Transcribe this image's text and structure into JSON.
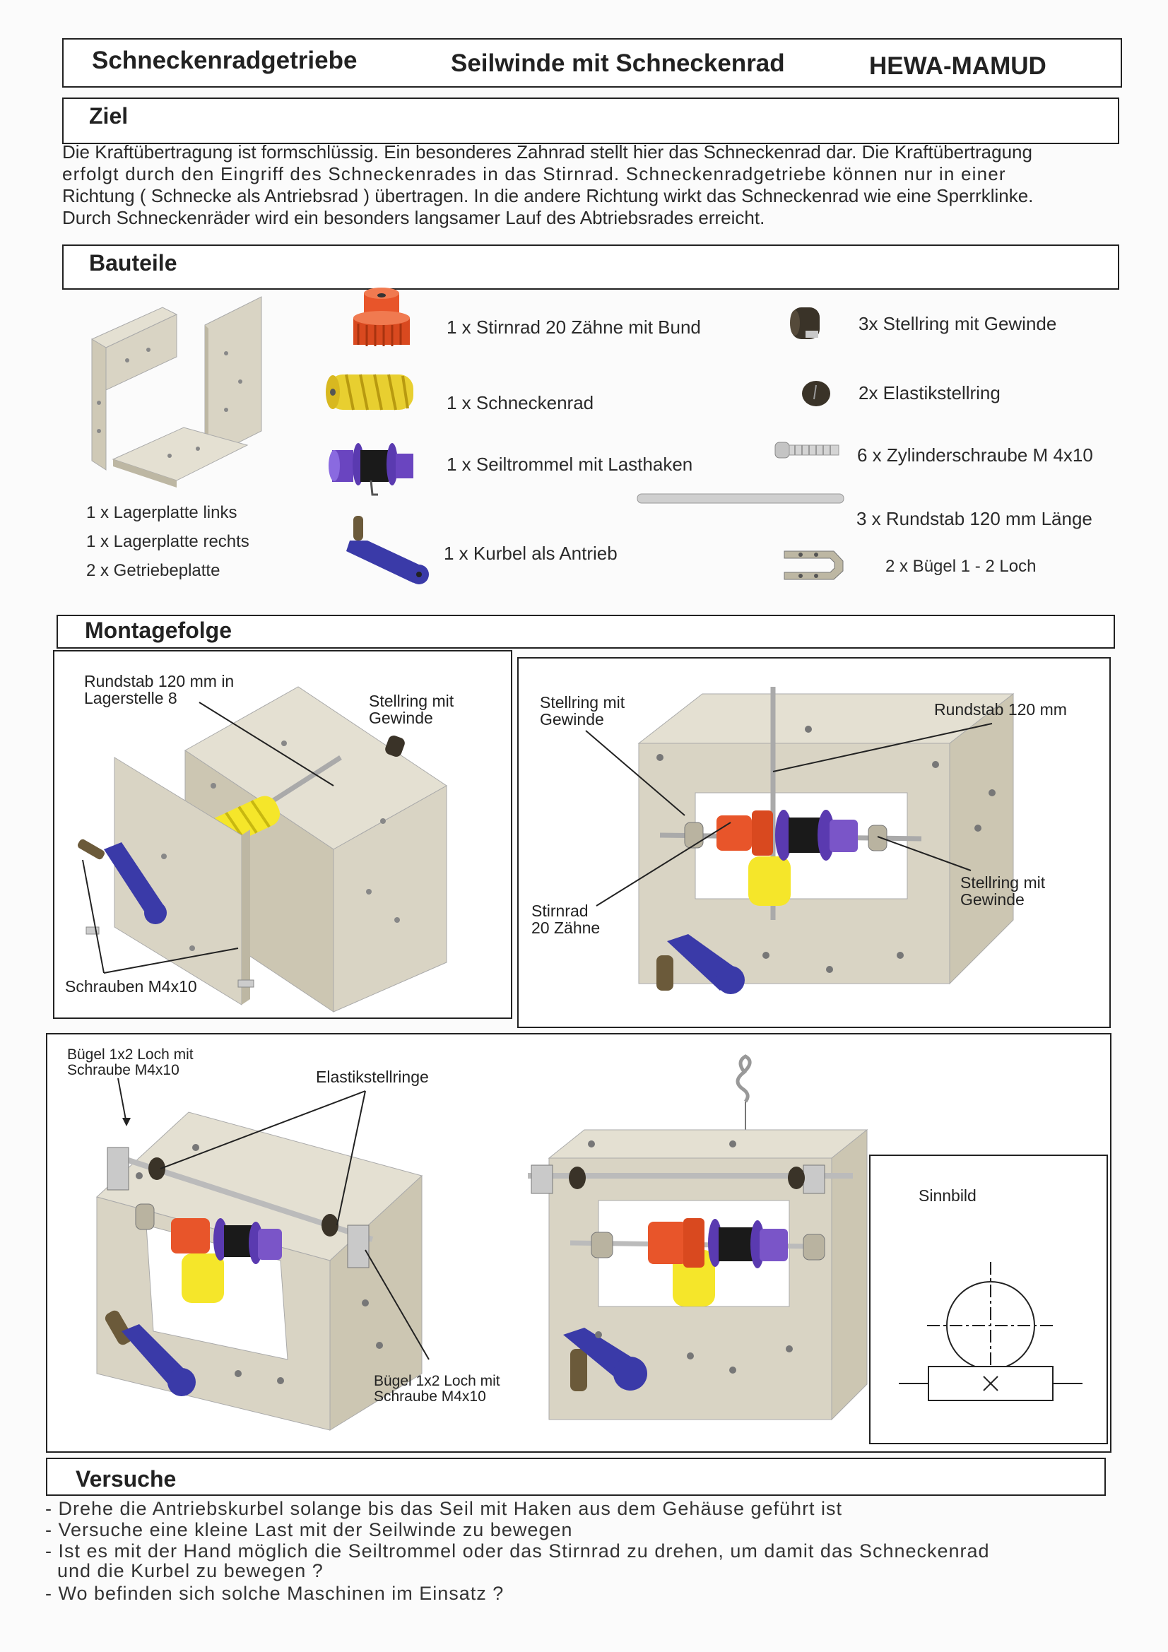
{
  "header": {
    "left": "Schneckenradgetriebe",
    "center": "Seilwinde mit Schneckenrad",
    "right": "HEWA-MAMUD"
  },
  "ziel": {
    "title": "Ziel",
    "lines": [
      "Die Kraftübertragung ist formschlüssig. Ein besonderes Zahnrad stellt hier das Schneckenrad dar. Die Kraftübertragung",
      "erfolgt durch den Eingriff des Schneckenrades in das Stirnrad. Schneckenradgetriebe können nur in einer",
      "Richtung ( Schnecke als Antriebsrad ) übertragen. In die andere Richtung wirkt das Schneckenrad wie eine Sperrklinke.",
      "Durch Schneckenräder wird ein besonders langsamer Lauf des Abtriebsrades erreicht."
    ]
  },
  "bauteile": {
    "title": "Bauteile",
    "left_parts": [
      "1 x Lagerplatte links",
      "1 x Lagerplatte rechts",
      "2 x Getriebeplatte"
    ],
    "middle_parts": [
      "1 x Stirnrad 20 Zähne mit Bund",
      "1 x Schneckenrad",
      "1 x Seiltrommel mit Lasthaken",
      "1 x Kurbel als Antrieb"
    ],
    "right_parts": [
      "3x Stellring mit Gewinde",
      "2x Elastikstellring",
      "6 x Zylinderschraube M 4x10",
      "3 x Rundstab 120 mm Länge",
      "2 x Bügel 1 - 2 Loch"
    ]
  },
  "montage": {
    "title": "Montagefolge",
    "panel1": {
      "rundstab": [
        "Rundstab 120 mm in",
        "Lagerstelle 8"
      ],
      "stellring": [
        "Stellring mit",
        "Gewinde"
      ],
      "schrauben": "Schrauben M4x10"
    },
    "panel2": {
      "stellring_left": [
        "Stellring mit",
        "Gewinde"
      ],
      "rundstab": "Rundstab 120 mm",
      "stellring_right": [
        "Stellring mit",
        "Gewinde"
      ],
      "stirnrad": [
        "Stirnrad",
        "20 Zähne"
      ]
    },
    "panel3": {
      "buegel_top": [
        "Bügel 1x2 Loch mit",
        "Schraube M4x10"
      ],
      "elastik": "Elastikstellringe",
      "buegel_bottom": [
        "Bügel 1x2 Loch mit",
        "Schraube M4x10"
      ]
    },
    "sinnbild": "Sinnbild"
  },
  "versuche": {
    "title": "Versuche",
    "lines": [
      "- Drehe die Antriebskurbel solange bis das Seil mit Haken aus dem Gehäuse geführt ist",
      "- Versuche eine kleine Last mit der Seilwinde zu bewegen",
      "- Ist es mit der Hand möglich die Seiltrommel oder das Stirnrad zu drehen, um damit das Schneckenrad",
      "  und die Kurbel zu bewegen ?",
      "- Wo befinden sich solche Maschinen im Einsatz ?"
    ]
  },
  "colors": {
    "plate": "#d9d4c4",
    "plate_dark": "#b9b3a0",
    "orange": "#e8552a",
    "yellow": "#f5e62a",
    "purple": "#7a55c8",
    "blue": "#3a3aa8",
    "black": "#1a1a1a"
  }
}
